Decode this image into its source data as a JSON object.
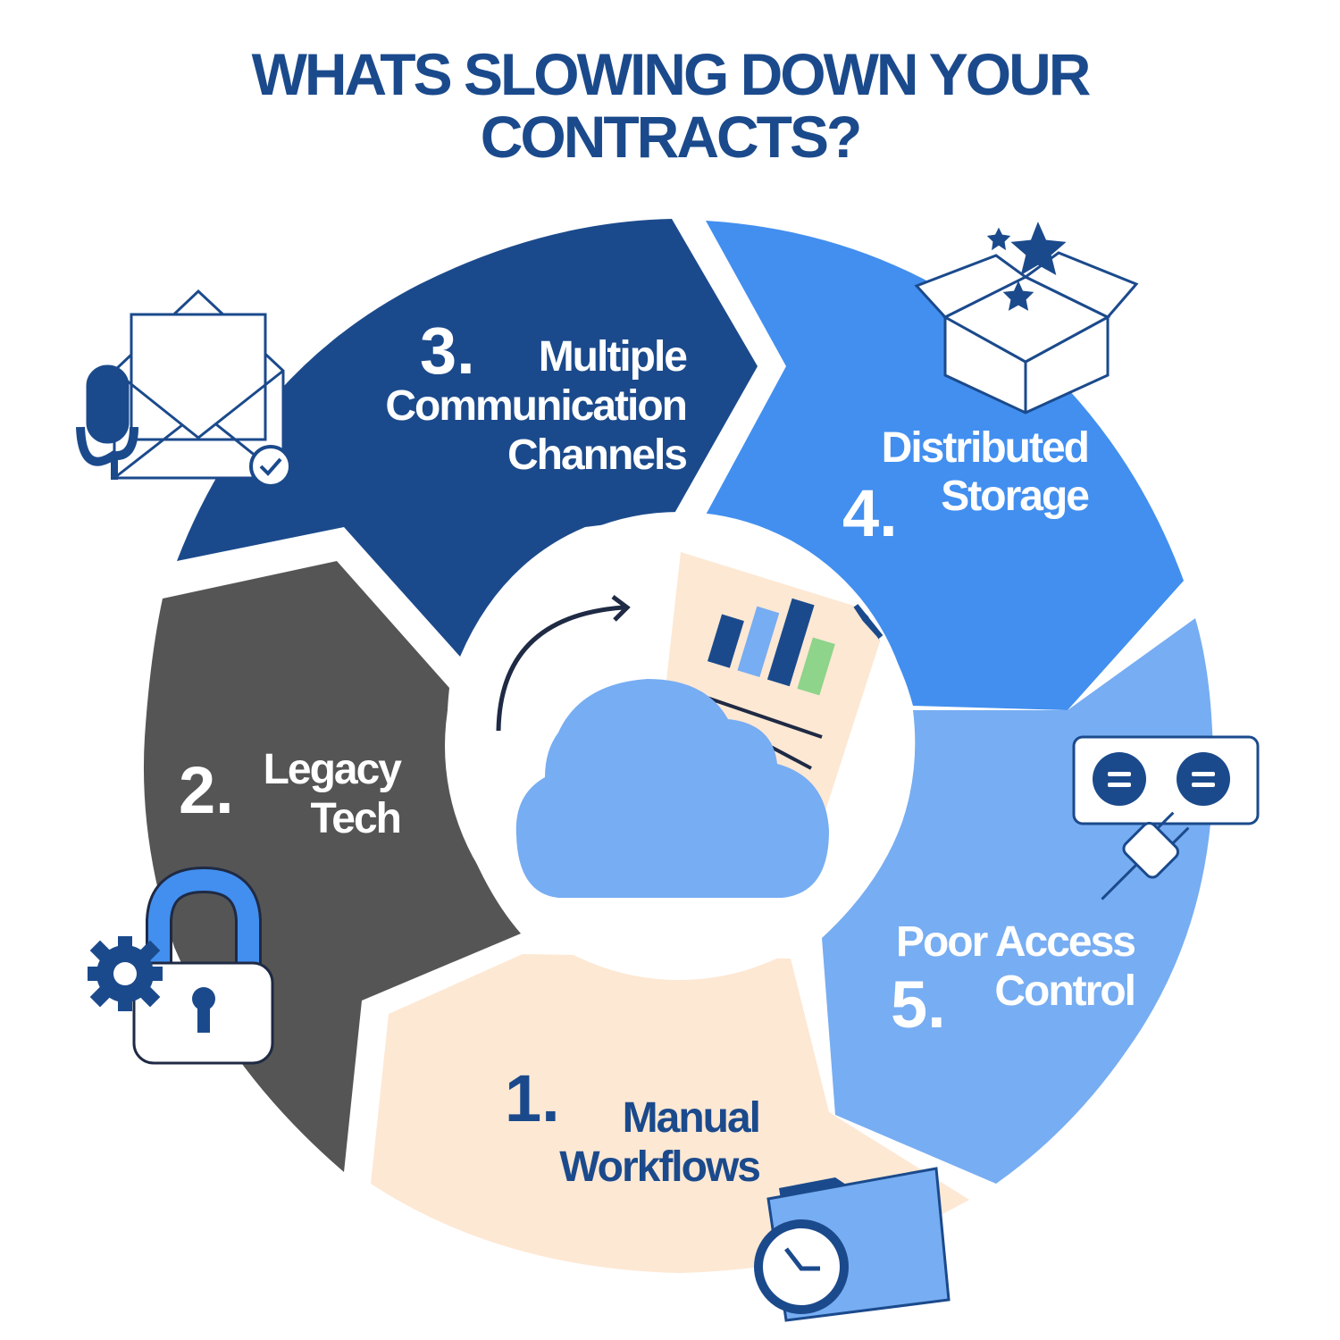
{
  "title": {
    "line1": "WHATS SLOWING DOWN YOUR",
    "line2": "CONTRACTS?"
  },
  "colors": {
    "title": "#1b4a8c",
    "seg1": "#fde8d4",
    "seg2": "#555555",
    "seg3": "#1b4a8c",
    "seg4": "#428fef",
    "seg5": "#77adf2",
    "icon_dark": "#1b4a8c"
  },
  "segments": [
    {
      "number": "1.",
      "line1": "Manual",
      "line2": "Workflows",
      "icon": "folder-clock-icon"
    },
    {
      "number": "2.",
      "line1": "Legacy",
      "line2": "Tech",
      "icon": "padlock-gear-icon"
    },
    {
      "number": "3.",
      "line1": "Multiple",
      "line2": "Communication",
      "line3": "Channels",
      "icon": "mail-microphone-icon"
    },
    {
      "number": "4.",
      "line1": "Distributed",
      "line2": "Storage",
      "icon": "open-box-stars-icon"
    },
    {
      "number": "5.",
      "line1": "Poor Access",
      "line2": "Control",
      "icon": "power-outlet-plug-icon"
    }
  ],
  "center": {
    "icon": "cloud-report-icon"
  }
}
